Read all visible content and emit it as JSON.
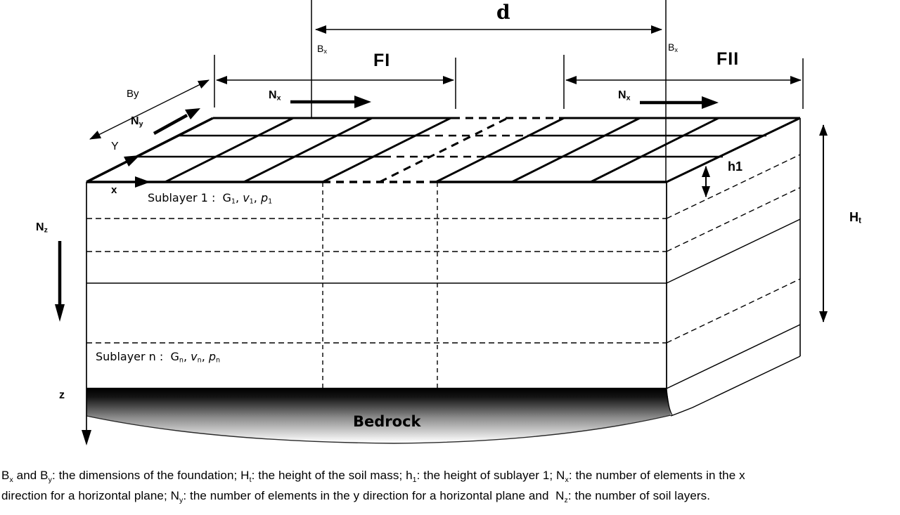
{
  "dimension_labels": {
    "d": "d",
    "bx_left": [
      {
        "t": "B"
      },
      {
        "s": "x"
      }
    ],
    "bx_right": [
      {
        "t": "B"
      },
      {
        "s": "x"
      }
    ],
    "fi": "FI",
    "fii": "FII",
    "nx_left": [
      {
        "t": "N"
      },
      {
        "s": "x"
      }
    ],
    "nx_right": [
      {
        "t": "N"
      },
      {
        "s": "x"
      }
    ],
    "by": "By",
    "ny": [
      {
        "t": "N"
      },
      {
        "s": "y"
      }
    ],
    "nz": [
      {
        "t": "N"
      },
      {
        "s": "z"
      }
    ],
    "h1": "h1",
    "ht": [
      {
        "t": "H"
      },
      {
        "s": "t"
      }
    ]
  },
  "axis_labels": {
    "x": "x",
    "y": "Y",
    "z": "z"
  },
  "layer_labels": {
    "sublayer1": [
      {
        "t": "Sublayer 1 :  G"
      },
      {
        "s": "1"
      },
      {
        "t": ", "
      },
      {
        "i": "v"
      },
      {
        "s": "1"
      },
      {
        "t": ", "
      },
      {
        "i": "p"
      },
      {
        "s": "1"
      }
    ],
    "sublayer_n": [
      {
        "t": "Sublayer n :  G"
      },
      {
        "s": "n"
      },
      {
        "t": ", "
      },
      {
        "i": "v"
      },
      {
        "s": "n"
      },
      {
        "t": ", "
      },
      {
        "i": "p"
      },
      {
        "s": "n"
      }
    ],
    "bedrock": "Bedrock"
  },
  "caption": {
    "line1": [
      {
        "t": "B"
      },
      {
        "s": "x"
      },
      {
        "t": " and B"
      },
      {
        "s": "y"
      },
      {
        "t": ": the dimensions of the foundation; H"
      },
      {
        "s": "t"
      },
      {
        "t": ": the height of the soil mass; h"
      },
      {
        "s": "1"
      },
      {
        "t": ": the height of sublayer 1; N"
      },
      {
        "s": "x"
      },
      {
        "t": ": the number of elements in the x"
      }
    ],
    "line2": [
      {
        "t": "direction for a horizontal plane; N"
      },
      {
        "s": "y"
      },
      {
        "t": ": the number of elements in the y direction for a horizontal plane and  N"
      },
      {
        "s": "z"
      },
      {
        "t": ": the number of soil layers."
      }
    ]
  },
  "colors": {
    "ink": "#000000",
    "background": "#ffffff",
    "bedrock_top": "#000000",
    "bedrock_bottom": "#ffffff"
  }
}
